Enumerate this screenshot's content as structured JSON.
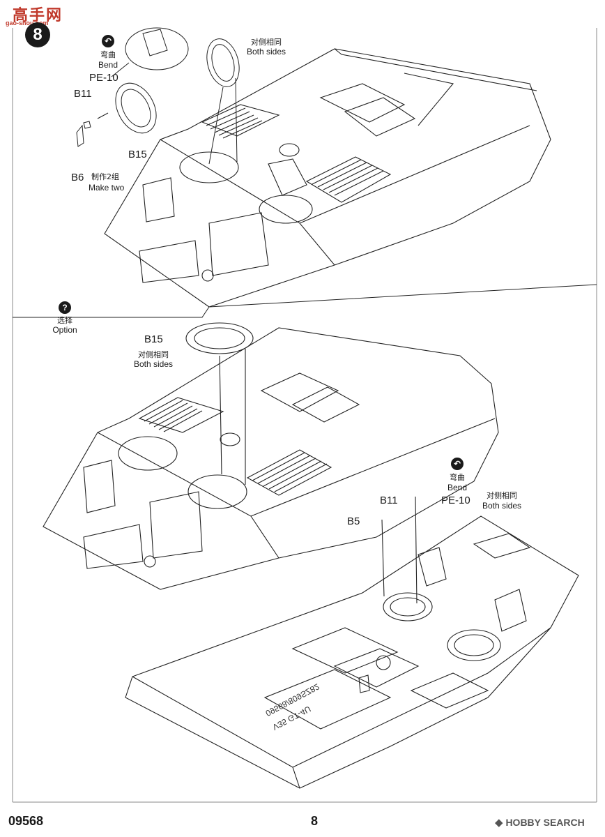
{
  "header": {
    "site_logo_text": "高手网",
    "site_logo_url": "gao-shou.com",
    "step_number": "8"
  },
  "top_assembly": {
    "bend_cn": "弯曲",
    "bend_en": "Bend",
    "part_pe10": "PE-10",
    "part_b11": "B11",
    "part_b15": "B15",
    "part_b6": "B6",
    "make_two_cn": "制作2组",
    "make_two_en": "Make two",
    "both_sides_cn": "对侧相同",
    "both_sides_en": "Both sides"
  },
  "option_assembly": {
    "option_cn": "选择",
    "option_en": "Option",
    "part_b15": "B15",
    "both_sides_cn": "对侧相同",
    "both_sides_en": "Both sides"
  },
  "interior_assembly": {
    "bend_cn": "弯曲",
    "bend_en": "Bend",
    "part_b11": "B11",
    "part_pe10": "PE-10",
    "part_b5": "B5",
    "both_sides_cn": "对侧相同",
    "both_sides_en": "Both sides",
    "hull_text_1": "V35 GT-4U",
    "hull_text_2": "09568/809SZ82"
  },
  "footer": {
    "kit_code": "09568",
    "page_number": "8",
    "watermark": "HOBBY SEARCH"
  }
}
